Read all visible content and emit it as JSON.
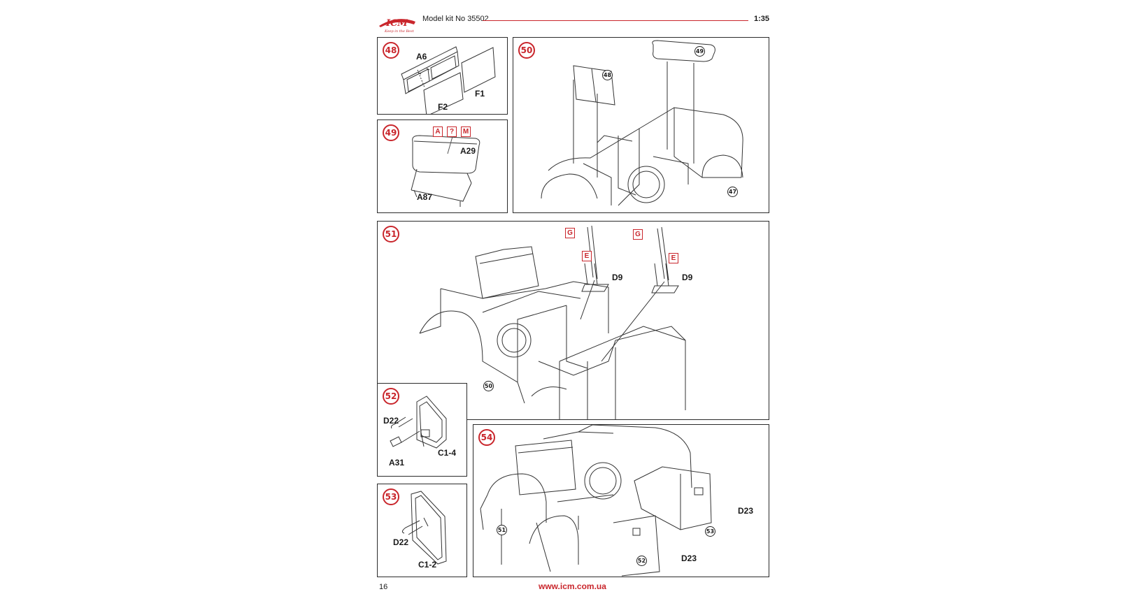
{
  "header": {
    "logo_text": "ICM",
    "logo_tagline": "Keep in the Best",
    "kit_label": "Model kit No 35502",
    "scale": "1:35"
  },
  "steps": {
    "s48": {
      "number": "48",
      "parts": {
        "a6": "A6",
        "f1": "F1",
        "f2": "F2"
      }
    },
    "s49": {
      "number": "49",
      "parts": {
        "a29": "A29",
        "a87": "A87"
      },
      "paint_tags": [
        "A",
        "?",
        "M"
      ]
    },
    "s50": {
      "number": "50",
      "refs": {
        "r48": "48",
        "r49": "49",
        "r47": "47"
      }
    },
    "s51": {
      "number": "51",
      "parts": {
        "d9_left": "D9",
        "d9_right": "D9"
      },
      "tags": {
        "g_left": "G",
        "e_left": "E",
        "g_right": "G",
        "e_right": "E"
      },
      "refs": {
        "r50": "50"
      }
    },
    "s52": {
      "number": "52",
      "parts": {
        "d22": "D22",
        "a31": "A31",
        "c14": "C1-4"
      }
    },
    "s53": {
      "number": "53",
      "parts": {
        "d22": "D22",
        "c12": "C1-2"
      }
    },
    "s54": {
      "number": "54",
      "parts": {
        "d23_right": "D23",
        "d23_bottom": "D23"
      },
      "refs": {
        "r51": "51",
        "r52": "52",
        "r53": "53"
      }
    }
  },
  "footer": {
    "page_number": "16",
    "website": "www.icm.com.ua"
  },
  "colors": {
    "accent": "#c9262c",
    "line": "#2b2b2b"
  }
}
